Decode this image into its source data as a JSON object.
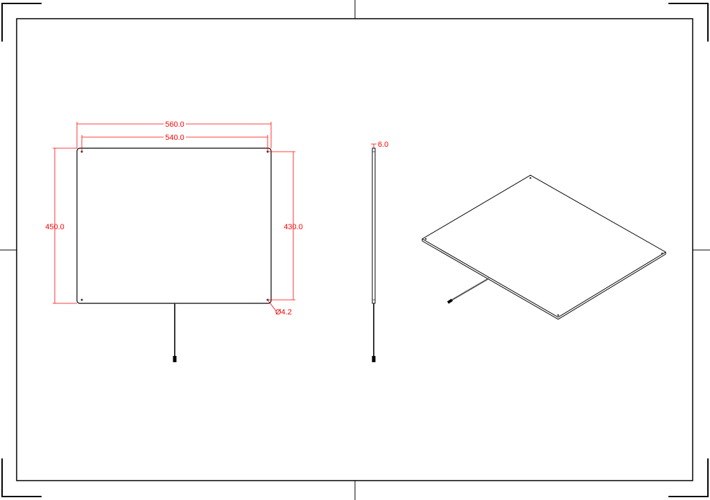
{
  "drawing": {
    "dimensions": {
      "overall_width": "560.0",
      "hole_spacing_width": "540.0",
      "overall_height": "450.0",
      "hole_spacing_height": "430.0",
      "hole_diameter": "Ø4.2",
      "thickness": "6.0"
    },
    "views": [
      "front",
      "side",
      "isometric"
    ],
    "colors": {
      "outline": "#000000",
      "dimension": "#ff0000",
      "background": "#ffffff"
    }
  }
}
